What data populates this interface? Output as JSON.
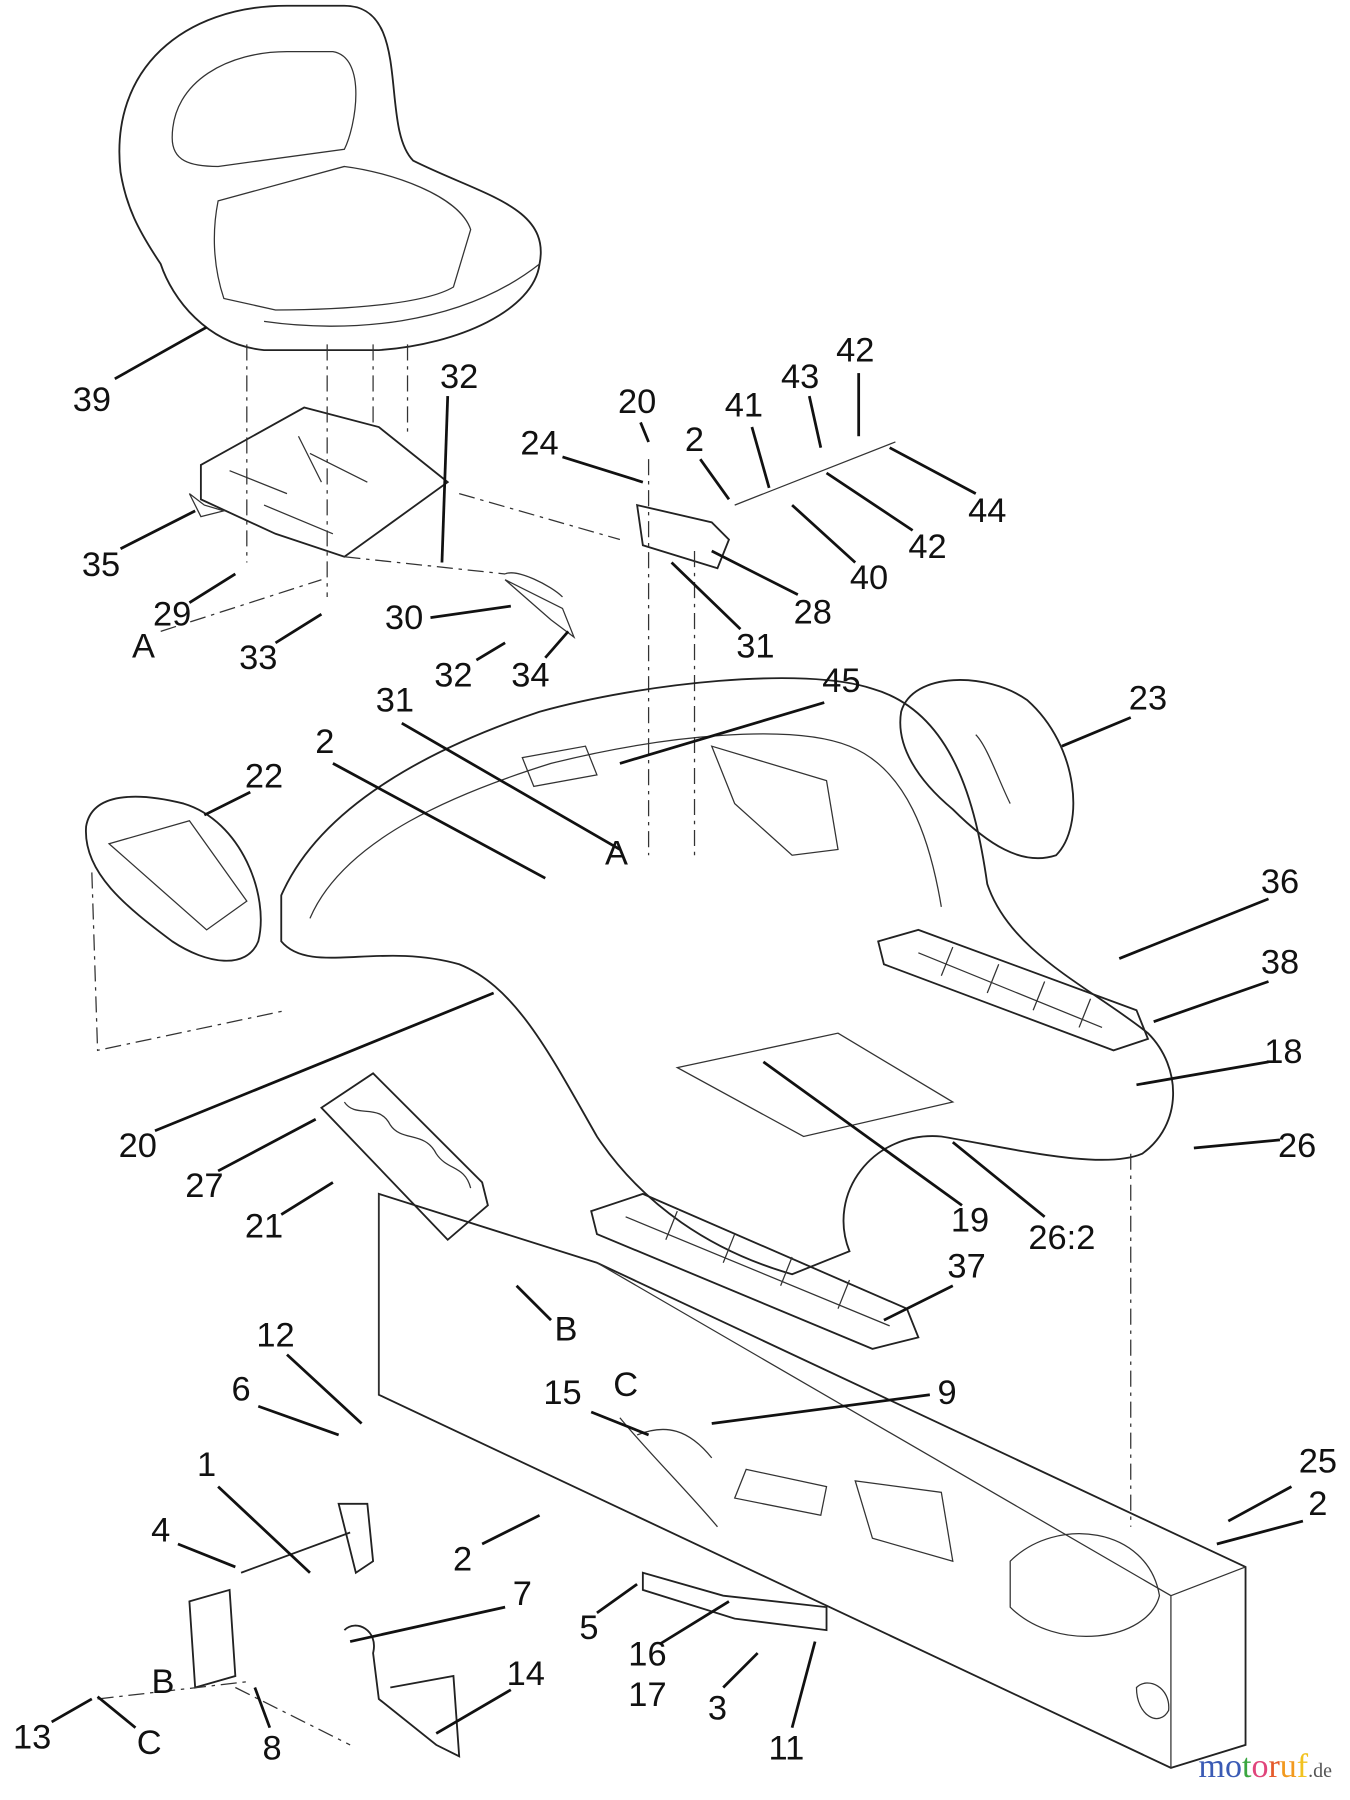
{
  "diagram": {
    "callouts": [
      "39",
      "32",
      "20",
      "24",
      "2",
      "41",
      "43",
      "42",
      "44",
      "42",
      "40",
      "28",
      "31",
      "30",
      "32",
      "34",
      "35",
      "29",
      "33",
      "A",
      "45",
      "23",
      "31",
      "2",
      "22",
      "A",
      "36",
      "38",
      "18",
      "26",
      "20",
      "27",
      "21",
      "19",
      "26:2",
      "37",
      "B",
      "C",
      "12",
      "6",
      "15",
      "9",
      "1",
      "4",
      "2",
      "7",
      "5",
      "16",
      "17",
      "3",
      "11",
      "14",
      "B",
      "13",
      "C",
      "8",
      "25",
      "2"
    ]
  },
  "watermark": {
    "letters": [
      "m",
      "o",
      "t",
      "o",
      "r",
      "u",
      "f"
    ],
    "colors": [
      "#3b5bb5",
      "#3b5bb5",
      "#3aa640",
      "#e0457b",
      "#e55b2c",
      "#f29a1f",
      "#f2c21f"
    ],
    "suffix": ".de"
  }
}
